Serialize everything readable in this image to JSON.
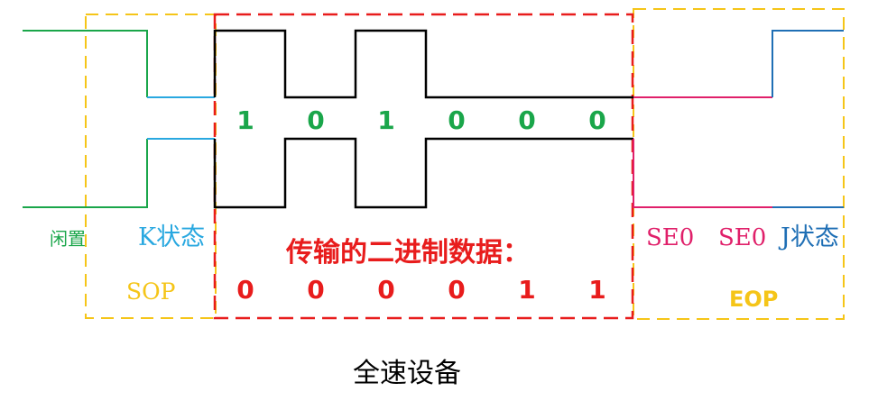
{
  "caption": "全速设备",
  "colors": {
    "idle": "#1aa64a",
    "k_state": "#29a8e0",
    "data_line": "#000000",
    "sop_box": "#f5c518",
    "data_box": "#e81c1c",
    "eop_box": "#f5c518",
    "se0": "#e0206a",
    "j_state": "#1f6fb5",
    "bit_upper": "#1aa64a",
    "bit_lower": "#e81c1c",
    "eop_label": "#f5c518"
  },
  "labels": {
    "idle": "闲置",
    "k_state": "K状态",
    "sop": "SOP",
    "data_title": "传输的二进制数据：",
    "se0_1": "SE0",
    "se0_2": "SE0",
    "j_state": "J状态",
    "eop": "EOP"
  },
  "bits_upper": [
    "1",
    "0",
    "1",
    "0",
    "0",
    "0"
  ],
  "bits_lower": [
    "0",
    "0",
    "0",
    "0",
    "1",
    "1"
  ]
}
